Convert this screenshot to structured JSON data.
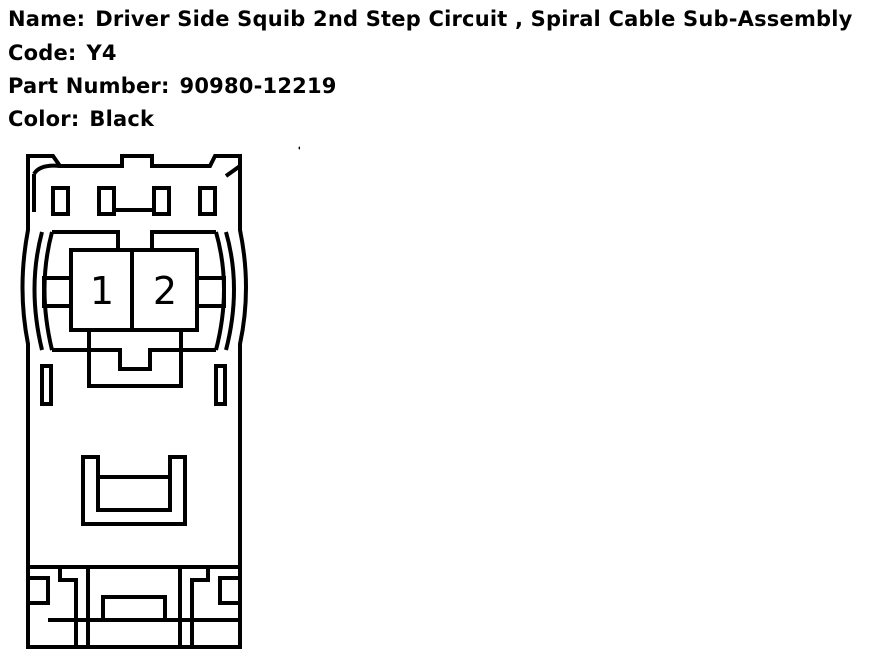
{
  "connector": {
    "name_label": "Name:",
    "name_value": "Driver Side Squib 2nd Step Circuit , Spiral Cable Sub-Assembly",
    "code_label": "Code:",
    "code_value": "Y4",
    "part_label": "Part Number:",
    "part_value": "90980-12219",
    "color_label": "Color:",
    "color_value": "Black"
  },
  "pins": [
    {
      "number": "1"
    },
    {
      "number": "2"
    }
  ]
}
